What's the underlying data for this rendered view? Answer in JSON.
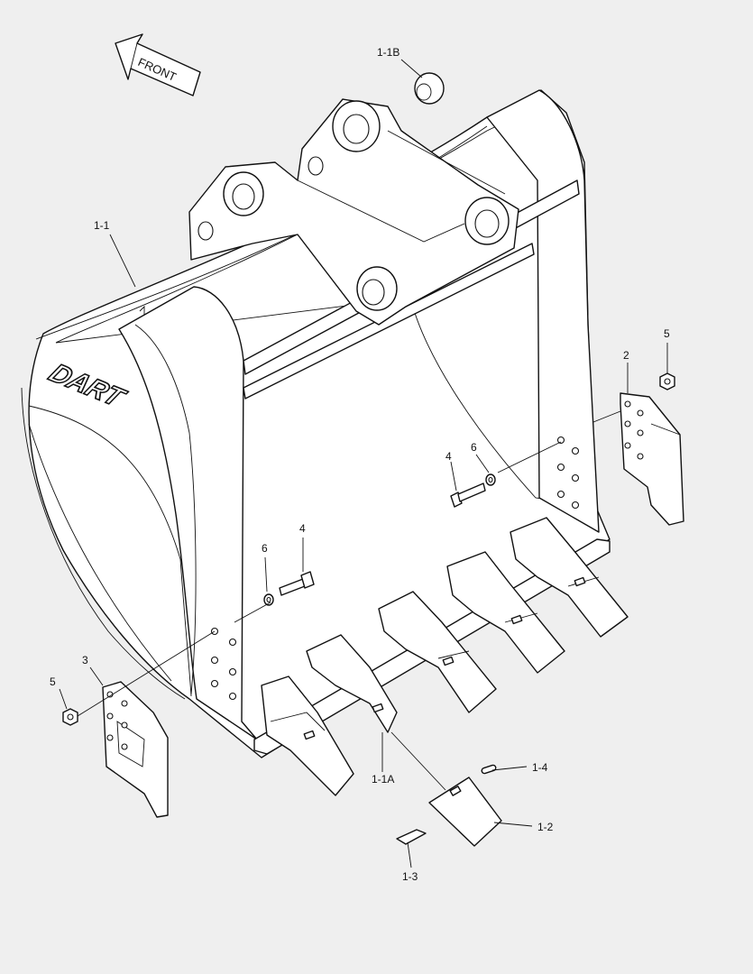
{
  "diagram": {
    "front_label": "FRONT",
    "brand_text": "DART",
    "callouts": {
      "c_1_1": "1-1",
      "c_1_1B": "1-1B",
      "c_1_1A": "1-1A",
      "c_1_2": "1-2",
      "c_1_3": "1-3",
      "c_1_4": "1-4",
      "c_2": "2",
      "c_3": "3",
      "c_4_upper": "4",
      "c_4_lower": "4",
      "c_5_right": "5",
      "c_5_left": "5",
      "c_6_upper": "6",
      "c_6_lower": "6"
    }
  }
}
